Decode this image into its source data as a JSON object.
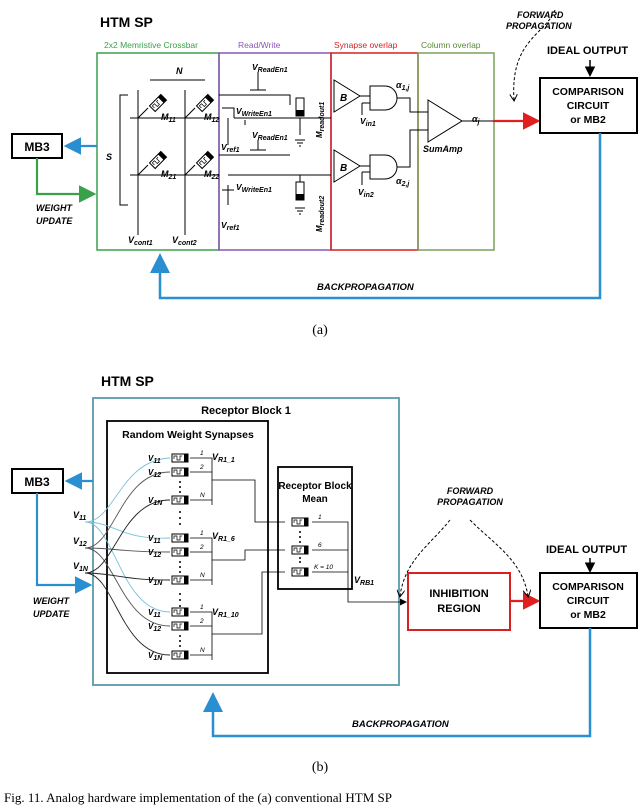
{
  "colors": {
    "crossbar": "#3aa04a",
    "readwrite": "#8a56b8",
    "synapse": "#d92020",
    "column": "#7aa05a",
    "forward_arrow": "#e02020",
    "backprop": "#2a8fd0",
    "receptor": "#5a9aaa"
  },
  "fig_a": {
    "title": "HTM SP",
    "crossbar_label": "2x2 Memristive Crossbar",
    "readwrite_label": "Read/Write",
    "synapse_label": "Synapse overlap",
    "column_label": "Column overlap",
    "N": "N",
    "S": "S",
    "m11": "M",
    "m11_sub": "11",
    "m12": "M",
    "m12_sub": "12",
    "m21": "M",
    "m21_sub": "21",
    "m22": "M",
    "m22_sub": "22",
    "vcont1": "V",
    "vcont1_sub": "cont1",
    "vcont2": "V",
    "vcont2_sub": "cont2",
    "vreaden1": "V",
    "vreaden1_sub": "ReadEn1",
    "vreaden1b": "V",
    "vreaden1b_sub": "ReadEn1",
    "vwriteen1": "V",
    "vwriteen1_sub": "WriteEn1",
    "vwriteen1b": "V",
    "vwriteen1b_sub": "WriteEn1",
    "vref1": "V",
    "vref1_sub": "ref1",
    "vref1b": "V",
    "vref1b_sub": "ref1",
    "mreadout1": "M",
    "mreadout1_sub": "readout1",
    "mreadout2": "M",
    "mreadout2_sub": "readout2",
    "B1": "B",
    "B2": "B",
    "vin1": "V",
    "vin1_sub": "in1",
    "vin2": "V",
    "vin2_sub": "in2",
    "alpha1": "α",
    "alpha1_sub": "1,j",
    "alpha2": "α",
    "alpha2_sub": "2,j",
    "alphaj": "α",
    "alphaj_sub": "j",
    "sumamp": "SumAmp",
    "mb3": "MB3",
    "weight_update_1": "WEIGHT",
    "weight_update_2": "UPDATE",
    "forward_1": "FORWARD",
    "forward_2": "PROPAGATION",
    "ideal_output": "IDEAL OUTPUT",
    "comparison_1": "COMPARISON",
    "comparison_2": "CIRCUIT",
    "comparison_3": "or MB2",
    "backprop": "BACKPROPAGATION",
    "caption": "(a)"
  },
  "fig_b": {
    "title": "HTM SP",
    "receptor_block": "Receptor Block 1",
    "random_weight": "Random Weight Synapses",
    "mean_1": "Receptor Block",
    "mean_2": "Mean",
    "v11": "V",
    "v11_sub": "11",
    "v12": "V",
    "v12_sub": "12",
    "v1n": "V",
    "v1n_sub": "1N",
    "g1_v11": "V",
    "g1_v11_sub": "11",
    "g1_v12": "V",
    "g1_v12_sub": "12",
    "g1_v1n": "V",
    "g1_v1n_sub": "1N",
    "g2_v11": "V",
    "g2_v11_sub": "11",
    "g2_v12": "V",
    "g2_v12_sub": "12",
    "g2_v1n": "V",
    "g2_v1n_sub": "1N",
    "g3_v11": "V",
    "g3_v11_sub": "11",
    "g3_v12": "V",
    "g3_v12_sub": "12",
    "g3_v1n": "V",
    "g3_v1n_sub": "1N",
    "vr1_1": "V",
    "vr1_1_sub": "R1_1",
    "vr1_6": "V",
    "vr1_6_sub": "R1_6",
    "vr1_10": "V",
    "vr1_10_sub": "R1_10",
    "vrb1": "V",
    "vrb1_sub": "RB1",
    "n1": "1",
    "n2": "2",
    "nN": "N",
    "m1": "1",
    "m6": "6",
    "m10": "K = 10",
    "inhibition_1": "INHIBITION",
    "inhibition_2": "REGION",
    "mb3": "MB3",
    "weight_update_1": "WEIGHT",
    "weight_update_2": "UPDATE",
    "forward_1": "FORWARD",
    "forward_2": "PROPAGATION",
    "ideal_output": "IDEAL OUTPUT",
    "comparison_1": "COMPARISON",
    "comparison_2": "CIRCUIT",
    "comparison_3": "or MB2",
    "backprop": "BACKPROPAGATION",
    "caption": "(b)"
  },
  "footer": "Fig. 11.   Analog hardware implementation of the (a) conventional HTM SP"
}
